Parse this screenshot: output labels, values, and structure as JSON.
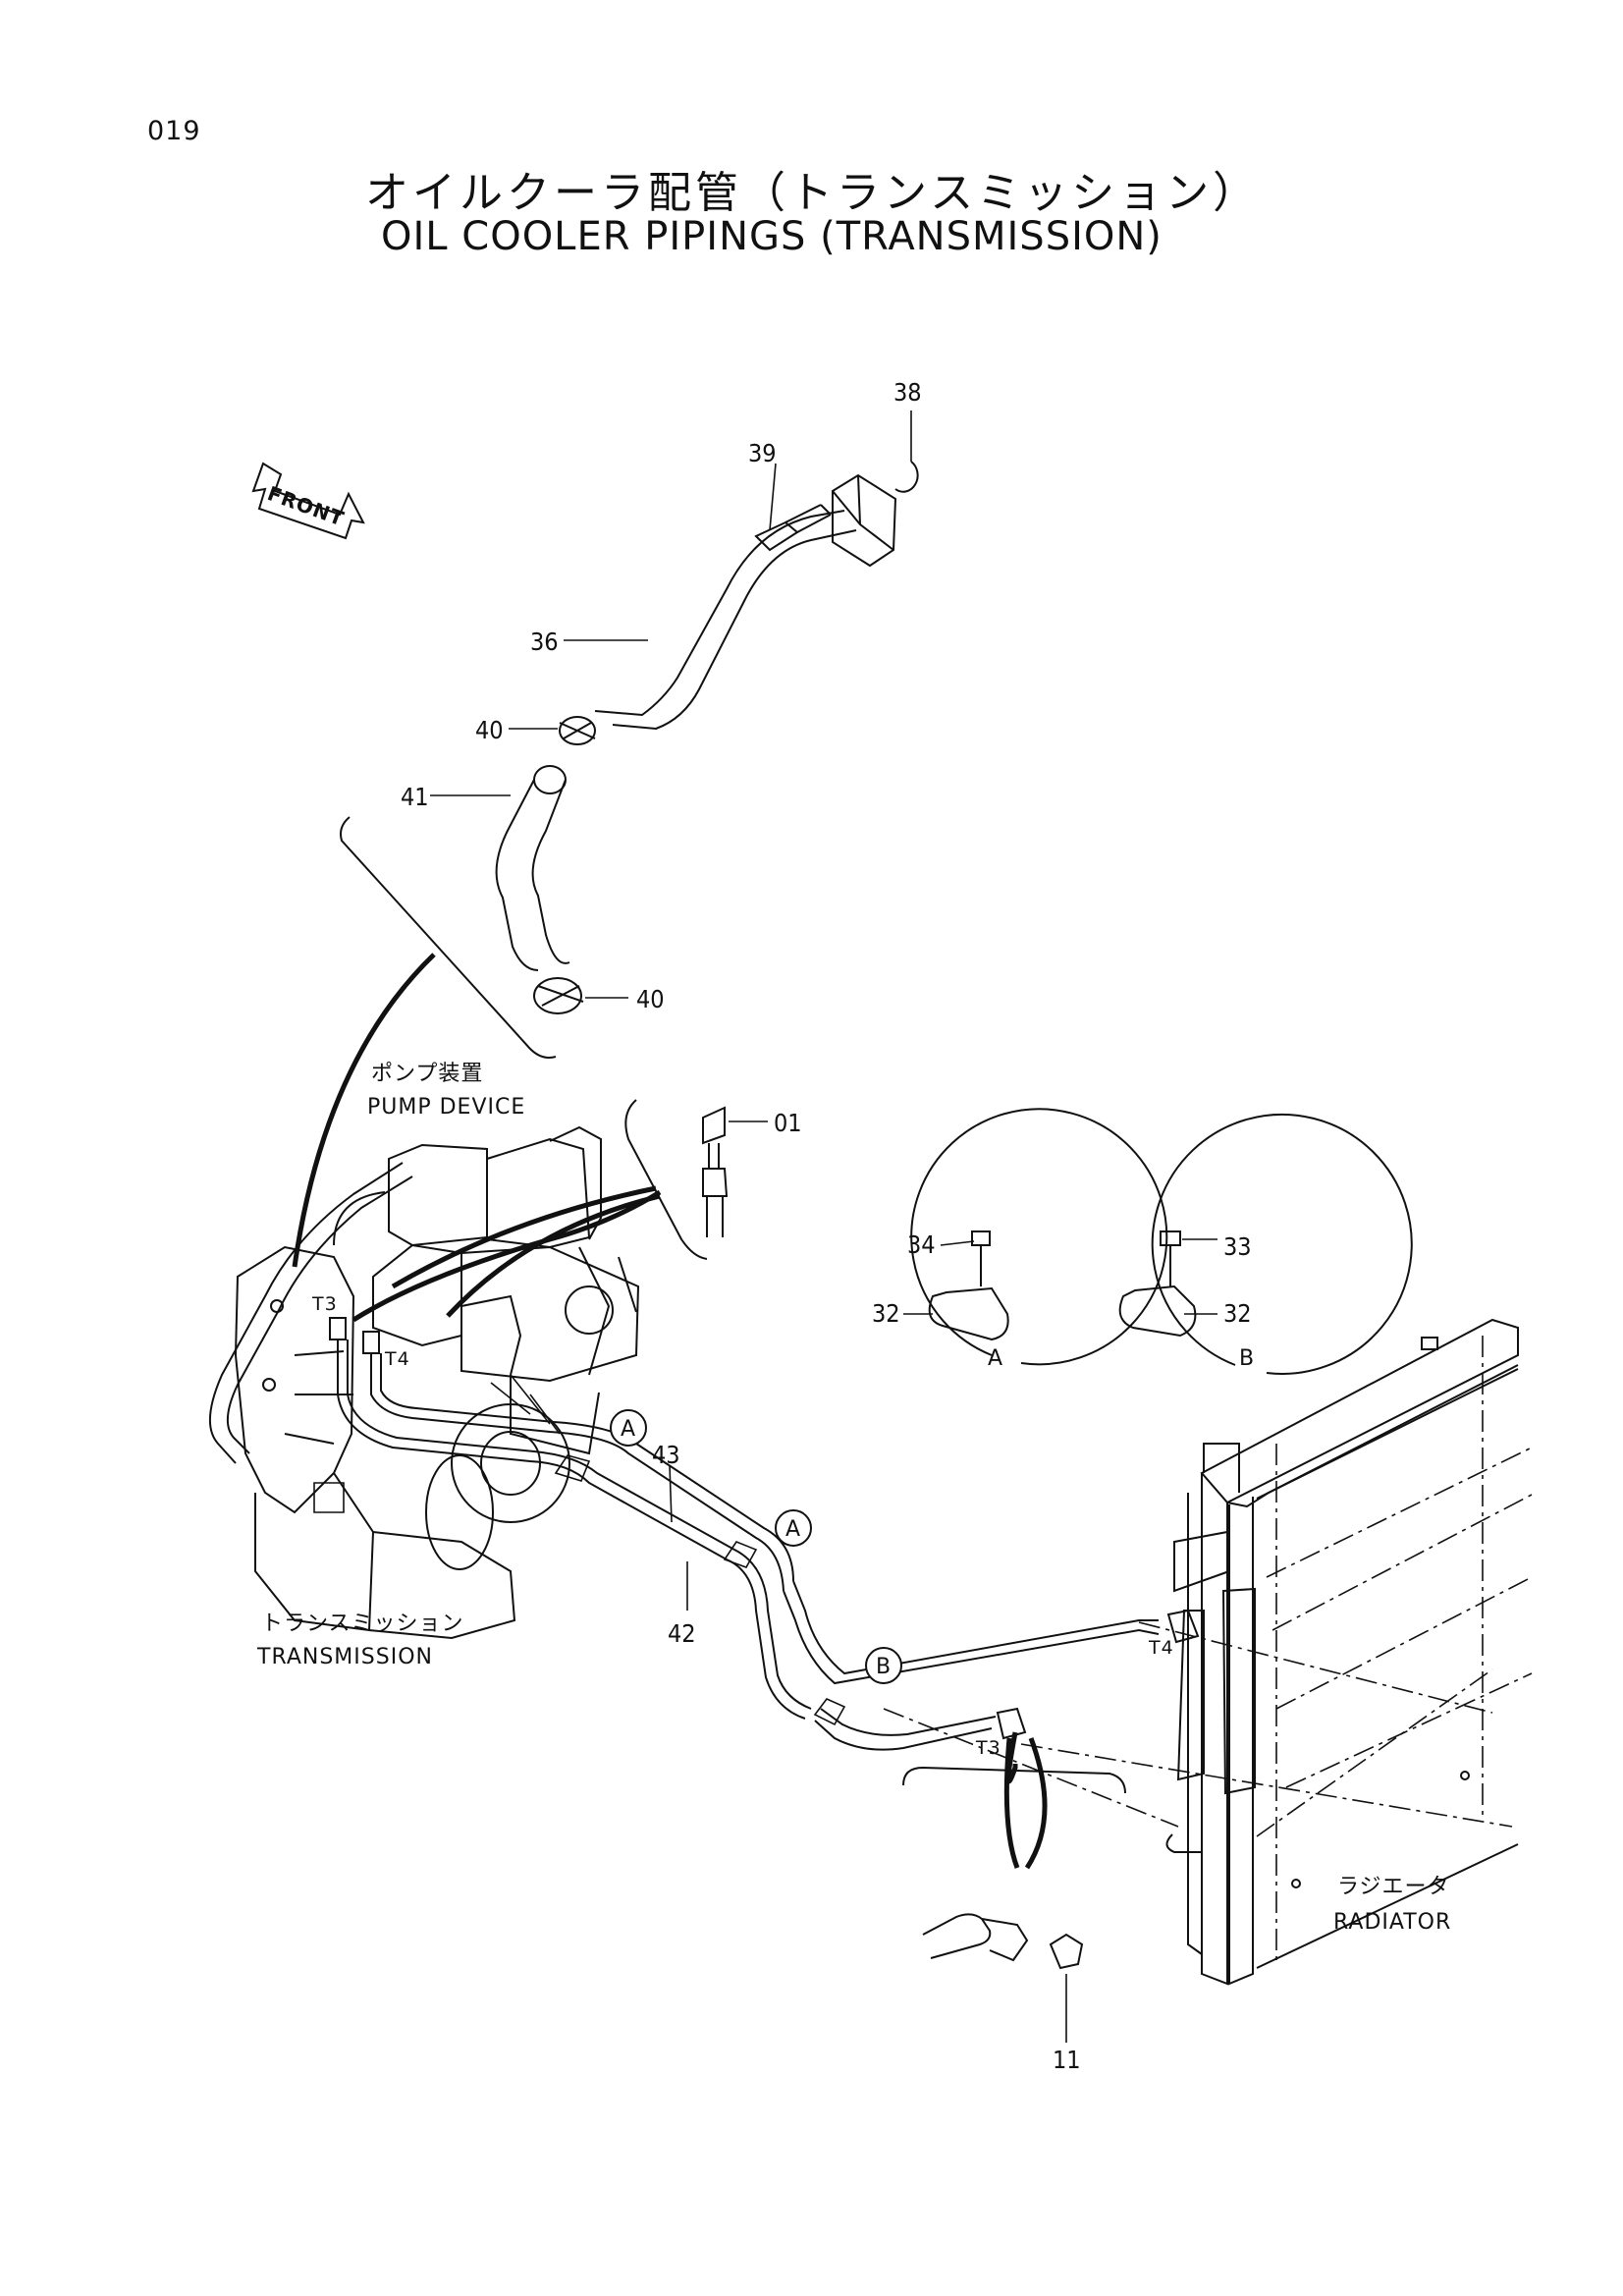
{
  "page_number": "019",
  "title_ja": "オイルクーラ配管（トランスミッション）",
  "title_en": "OIL COOLER PIPINGS (TRANSMISSION)",
  "front_label": "FRONT",
  "assemblies": {
    "pump_device": {
      "ja": "ポンプ装置",
      "en": "PUMP DEVICE"
    },
    "transmission": {
      "ja": "トランスミッション",
      "en": "TRANSMISSION"
    },
    "radiator": {
      "ja": "ラジエータ",
      "en": "RADIATOR"
    }
  },
  "part_numbers": {
    "p38": "38",
    "p39": "39",
    "p36": "36",
    "p40a": "40",
    "p41": "41",
    "p40b": "40",
    "p01": "01",
    "p34": "34",
    "p32a": "32",
    "p33": "33",
    "p32b": "32",
    "p43": "43",
    "p42": "42",
    "p11": "11"
  },
  "port_labels": {
    "t3_trans": "T3",
    "t4_trans": "T4",
    "t4_rad": "T4",
    "t3_rad": "T3"
  },
  "detail_labels": {
    "detail_a": "A",
    "detail_b": "B"
  },
  "callouts": {
    "a1": "A",
    "a2": "A",
    "b1": "B"
  }
}
